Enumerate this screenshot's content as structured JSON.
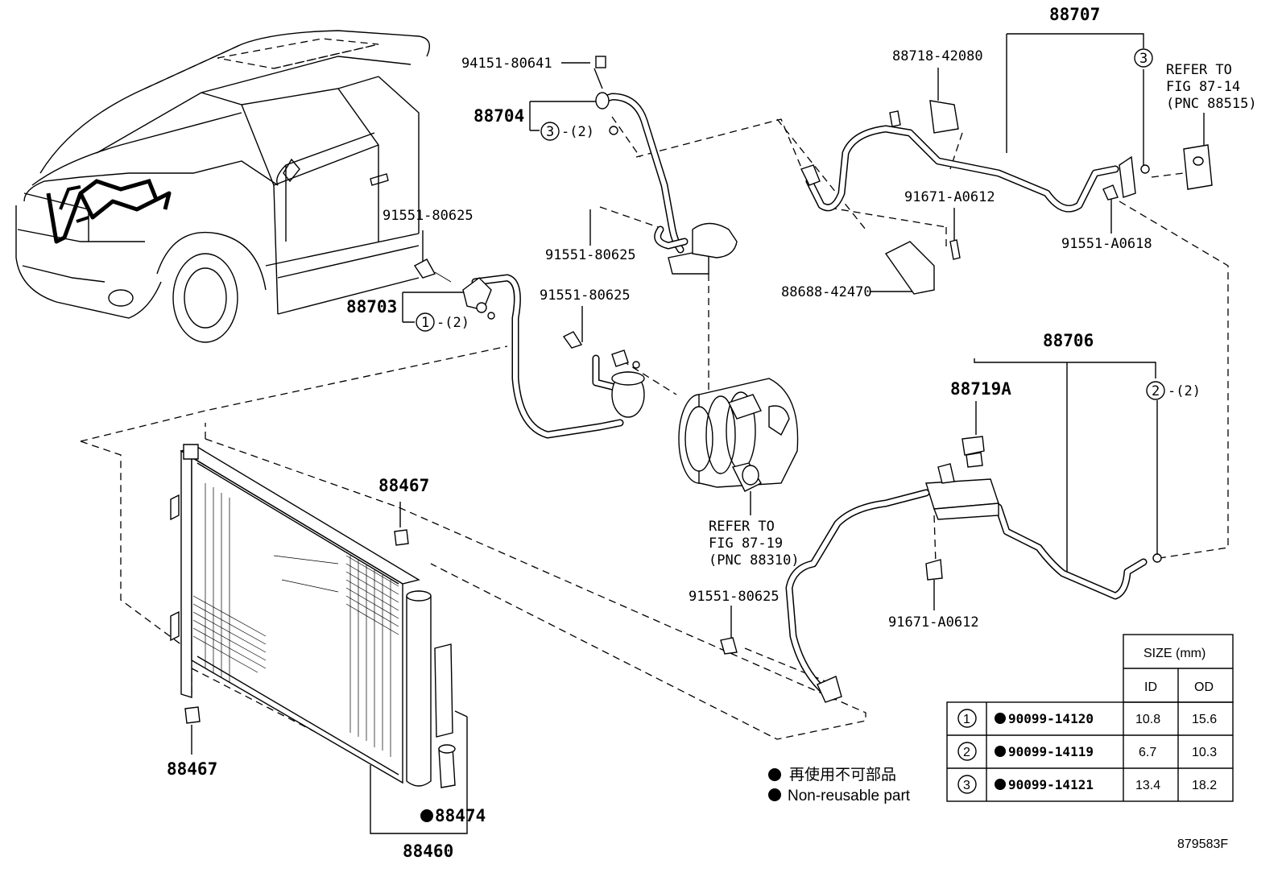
{
  "diagram": {
    "labels": {
      "p94151": "94151-80641",
      "p88704": "88704",
      "p88704_sub": "-(2)",
      "p88707": "88707",
      "p88718": "88718-42080",
      "p91671a": "91671-A0612",
      "p88688": "88688-42470",
      "p91551_a0618": "91551-A0618",
      "p91551_1": "91551-80625",
      "p91551_2": "91551-80625",
      "p91551_3": "91551-80625",
      "p91551_4": "91551-80625",
      "p88703": "88703",
      "p88703_sub": "-(2)",
      "p88706": "88706",
      "p88719A": "88719A",
      "p88706_sub": "-(2)",
      "p91671b": "91671-A0612",
      "p88467a": "88467",
      "p88467b": "88467",
      "p88474": "88474",
      "p88460": "88460",
      "ref1_l1": "REFER TO",
      "ref1_l2": "FIG 87-14",
      "ref1_l3": "(PNC 88515)",
      "ref2_l1": "REFER TO",
      "ref2_l2": "FIG 87-19",
      "ref2_l3": "(PNC 88310)",
      "legend_jp": "再使用不可部品",
      "legend_en": "Non-reusable part",
      "figure_code": "879583F"
    },
    "circle_refs": {
      "c1": "1",
      "c2": "2",
      "c3": "3"
    },
    "size_table": {
      "header": "SIZE (mm)",
      "col_id": "ID",
      "col_od": "OD",
      "rows": [
        {
          "ref": "1",
          "part": "90099-14120",
          "id": "10.8",
          "od": "15.6"
        },
        {
          "ref": "2",
          "part": "90099-14119",
          "id": "6.7",
          "od": "10.3"
        },
        {
          "ref": "3",
          "part": "90099-14121",
          "id": "13.4",
          "od": "18.2"
        }
      ]
    }
  }
}
